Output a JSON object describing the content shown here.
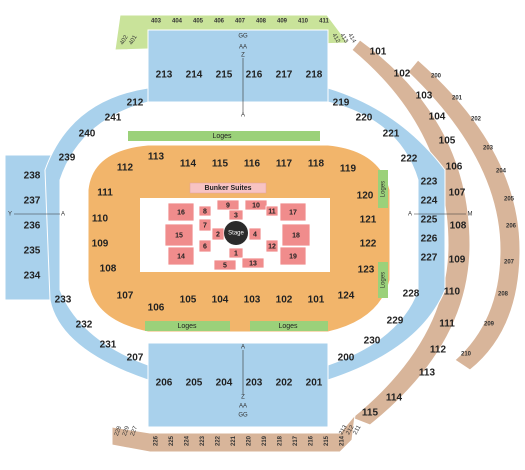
{
  "colors": {
    "upper": "#a9d1ec",
    "lower": "#f2b56b",
    "floor": "#f08c8c",
    "loge": "#9bd17a",
    "suites": "#f7c3c3",
    "balcony": "#d8b59a",
    "top_balcony": "#c9e39a",
    "stage": "#2b2b2b",
    "corridor": "#f3f0ec"
  },
  "sections": {
    "upper_top": [
      "213",
      "214",
      "215",
      "216",
      "217",
      "218"
    ],
    "upper_bottom": [
      "206",
      "205",
      "204",
      "203",
      "202",
      "201"
    ],
    "upper_left": [
      "238",
      "237",
      "236",
      "235",
      "234"
    ],
    "upper_right_col": [
      "223",
      "224",
      "225",
      "226",
      "227"
    ],
    "upper_misc": [
      "212",
      "241",
      "240",
      "239",
      "233",
      "232",
      "231",
      "207",
      "219",
      "220",
      "221",
      "222",
      "228",
      "229",
      "230",
      "200"
    ],
    "lower_top": [
      "113",
      "114",
      "115",
      "116",
      "117",
      "118"
    ],
    "lower_bottom": [
      "106",
      "105",
      "104",
      "103",
      "102",
      "101"
    ],
    "lower_left": [
      "112",
      "111",
      "110",
      "109",
      "108",
      "107"
    ],
    "lower_right": [
      "119",
      "120",
      "121",
      "122",
      "123",
      "124"
    ],
    "balcony_top": [
      "403",
      "404",
      "405",
      "406",
      "407",
      "408",
      "409",
      "410",
      "411"
    ],
    "balcony_top_tiny_left": [
      "402",
      "401"
    ],
    "balcony_top_tiny_right": [
      "412",
      "413",
      "414"
    ],
    "balcony_bottom": [
      "226",
      "225",
      "224",
      "223",
      "222",
      "221",
      "220",
      "219",
      "218",
      "217",
      "216",
      "215",
      "214"
    ],
    "balcony_bottom_tiny_left": [
      "228",
      "229",
      "227"
    ],
    "balcony_bottom_tiny_right": [
      "213",
      "212",
      "211"
    ],
    "balcony_arc_outer": [
      "200",
      "201",
      "202",
      "203",
      "204",
      "205",
      "206",
      "207",
      "208",
      "209",
      "210"
    ],
    "balcony_arc_inner": [
      "101",
      "102",
      "103",
      "104",
      "105",
      "106",
      "107",
      "108",
      "109",
      "110",
      "111",
      "112",
      "113",
      "114",
      "115"
    ],
    "floor": [
      "16",
      "8",
      "9",
      "10",
      "17",
      "7",
      "3",
      "11",
      "15",
      "2",
      "4",
      "18",
      "6",
      "1",
      "12",
      "14",
      "5",
      "13",
      "19"
    ]
  },
  "labels": {
    "bunker_suites": "Bunker Suites",
    "loges_top": "Loges",
    "loges_bottom_left": "Loges",
    "loges_bottom_right": "Loges",
    "loges_right_upper": "Loges",
    "loges_right_lower": "Loges",
    "stage": "Stage",
    "row_gg_top": "GG",
    "row_aa_top": "AA",
    "row_z_top": "Z",
    "row_a_top": "A",
    "row_a_bottom": "A",
    "row_z_bottom": "Z",
    "row_aa_bottom": "AA",
    "row_gg_bottom": "GG",
    "row_y_left": "Y",
    "row_a_left": "A",
    "row_a_right": "A",
    "row_m_right": "M"
  }
}
